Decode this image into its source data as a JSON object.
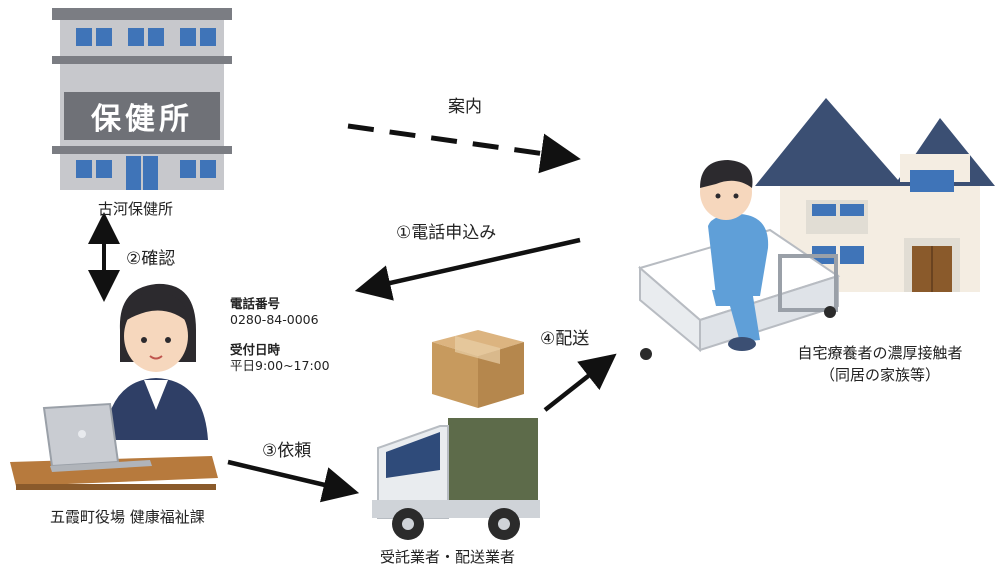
{
  "nodes": {
    "health_center": {
      "sign": "保健所",
      "name": "古河保健所"
    },
    "town_office": {
      "name": "五霞町役場 健康福祉課"
    },
    "courier": {
      "name": "受託業者・配送業者"
    },
    "contact_person": {
      "line1": "自宅療養者の濃厚接触者",
      "line2": "（同居の家族等）"
    }
  },
  "phone_info": {
    "phone_label": "電話番号",
    "phone_number": "0280-84-0006",
    "hours_label": "受付日時",
    "hours_value": "平日9:00~17:00"
  },
  "arrows": {
    "guide": "案内",
    "phone_apply": "①電話申込み",
    "confirm": "②確認",
    "request": "③依頼",
    "delivery": "④配送"
  },
  "colors": {
    "building_gray": "#8d8f95",
    "window_blue": "#3f74b8",
    "roof_navy": "#3b4f73",
    "truck_green": "#5d6b4a",
    "box_brown": "#c79a5e",
    "shirt_blue": "#5f9fd8",
    "arrow_black": "#111111"
  }
}
